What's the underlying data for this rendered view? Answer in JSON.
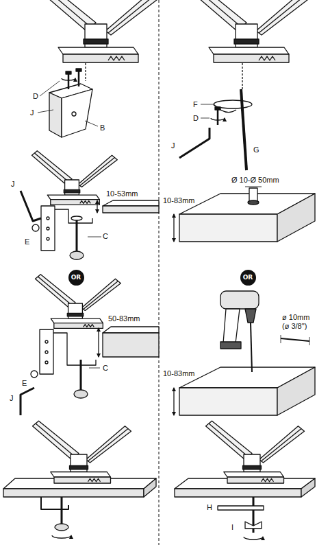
{
  "diagram": {
    "nodes": [
      {
        "text": [
          "OR"
        ]
      },
      {
        "text": [
          "OR"
        ]
      }
    ],
    "labels": [
      "D",
      "J",
      "B",
      "F",
      "D",
      "J",
      "G",
      "J",
      "10-53mm",
      "E",
      "C",
      "Ø 10-Ø 50mm",
      "10-83mm",
      "50-83mm",
      "C",
      "E",
      "J",
      "ø 10mm (ø 3/8\")",
      "10-83mm",
      "H",
      "I"
    ]
  }
}
